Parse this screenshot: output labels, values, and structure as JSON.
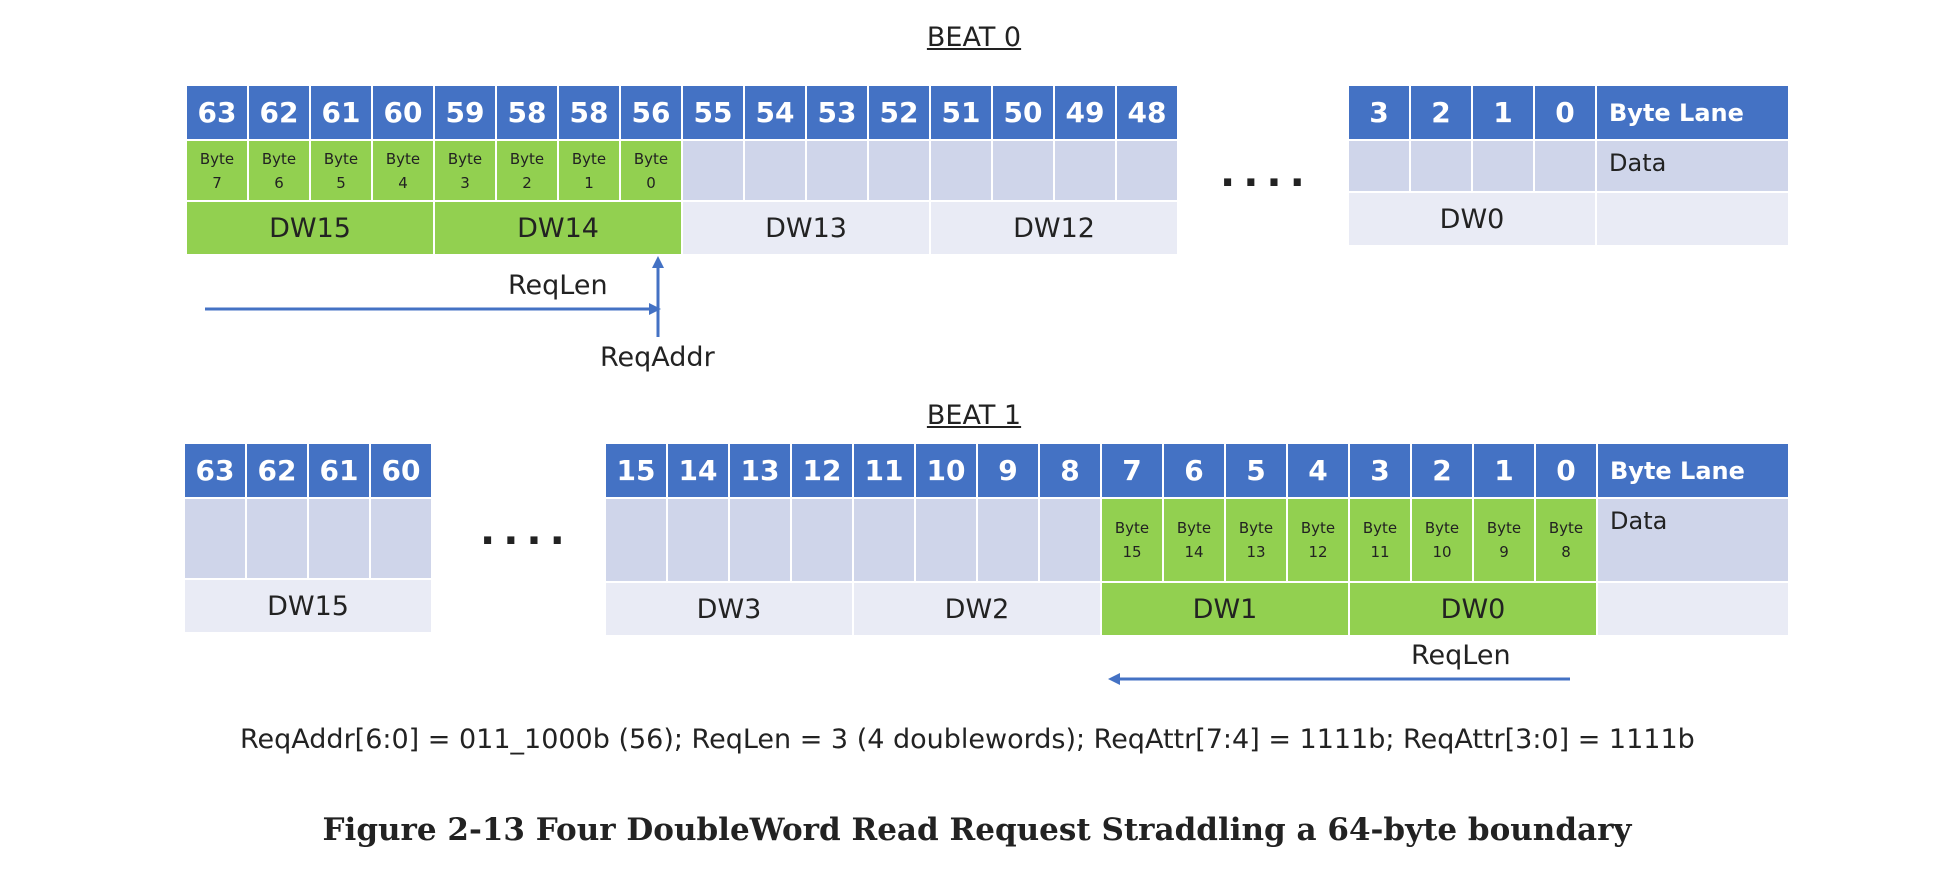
{
  "beat0": {
    "title": "BEAT 0",
    "left_lanes": [
      "63",
      "62",
      "61",
      "60",
      "59",
      "58",
      "58",
      "56",
      "55",
      "54",
      "53",
      "52",
      "51",
      "50",
      "49",
      "48"
    ],
    "left_bytes": [
      [
        "Byte",
        "7"
      ],
      [
        "Byte",
        "6"
      ],
      [
        "Byte",
        "5"
      ],
      [
        "Byte",
        "4"
      ],
      [
        "Byte",
        "3"
      ],
      [
        "Byte",
        "2"
      ],
      [
        "Byte",
        "1"
      ],
      [
        "Byte",
        "0"
      ]
    ],
    "left_dws": [
      "DW15",
      "DW14",
      "DW13",
      "DW12"
    ],
    "dots": "....",
    "right_lanes": [
      "3",
      "2",
      "1",
      "0"
    ],
    "lane_label": "Byte Lane",
    "data_label": "Data",
    "right_dws": [
      "DW0"
    ],
    "reqlen": "ReqLen",
    "reqaddr": "ReqAddr"
  },
  "beat1": {
    "title": "BEAT 1",
    "left_lanes": [
      "63",
      "62",
      "61",
      "60"
    ],
    "left_dws": [
      "DW15"
    ],
    "dots": "....",
    "right_lanes": [
      "15",
      "14",
      "13",
      "12",
      "11",
      "10",
      "9",
      "8",
      "7",
      "6",
      "5",
      "4",
      "3",
      "2",
      "1",
      "0"
    ],
    "right_bytes": [
      [
        "Byte",
        "15"
      ],
      [
        "Byte",
        "14"
      ],
      [
        "Byte",
        "13"
      ],
      [
        "Byte",
        "12"
      ],
      [
        "Byte",
        "11"
      ],
      [
        "Byte",
        "10"
      ],
      [
        "Byte",
        "9"
      ],
      [
        "Byte",
        "8"
      ]
    ],
    "right_dws": [
      "DW3",
      "DW2",
      "DW1",
      "DW0"
    ],
    "lane_label": "Byte Lane",
    "data_label": "Data",
    "reqlen": "ReqLen"
  },
  "summary": "ReqAddr[6:0] = 011_1000b (56); ReqLen = 3 (4 doublewords); ReqAttr[7:4] = 1111b; ReqAttr[3:0] = 1111b",
  "caption": "Figure 2-13 Four DoubleWord Read Request Straddling a 64-byte boundary",
  "colors": {
    "header": "#4472c4",
    "highlight": "#92d050",
    "data": "#cfd5ea",
    "dw": "#e9ebf5",
    "arrow": "#4472c4"
  }
}
